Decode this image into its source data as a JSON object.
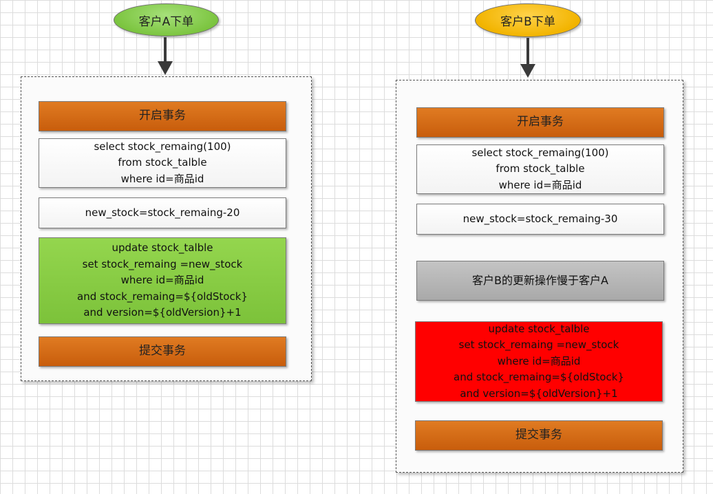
{
  "customer_a": {
    "title": "客户A下单",
    "start": "开启事务",
    "select": [
      "select stock_remaing(100)",
      "from stock_talble",
      "where id=商品id"
    ],
    "calc": "new_stock=stock_remaing-20",
    "update": [
      "update stock_talble",
      "set stock_remaing =new_stock",
      "where id=商品id",
      "and stock_remaing=${oldStock}",
      "and version=${oldVersion}+1"
    ],
    "commit": "提交事务"
  },
  "customer_b": {
    "title": "客户B下单",
    "start": "开启事务",
    "select": [
      "select stock_remaing(100)",
      "from stock_talble",
      "where id=商品id"
    ],
    "calc": "new_stock=stock_remaing-30",
    "note": "客户B的更新操作慢于客户A",
    "update": [
      "update stock_talble",
      "set stock_remaing =new_stock",
      "where id=商品id",
      "and stock_remaing=${oldStock}",
      "and version=${oldVersion}+1"
    ],
    "commit": "提交事务"
  },
  "colors": {
    "oval_a": "#7cc540",
    "oval_b": "#f2b400",
    "transaction": "#d06a15",
    "update_success": "#7cc23a",
    "update_conflict": "#ff0000",
    "note": "#b5b5b5"
  }
}
